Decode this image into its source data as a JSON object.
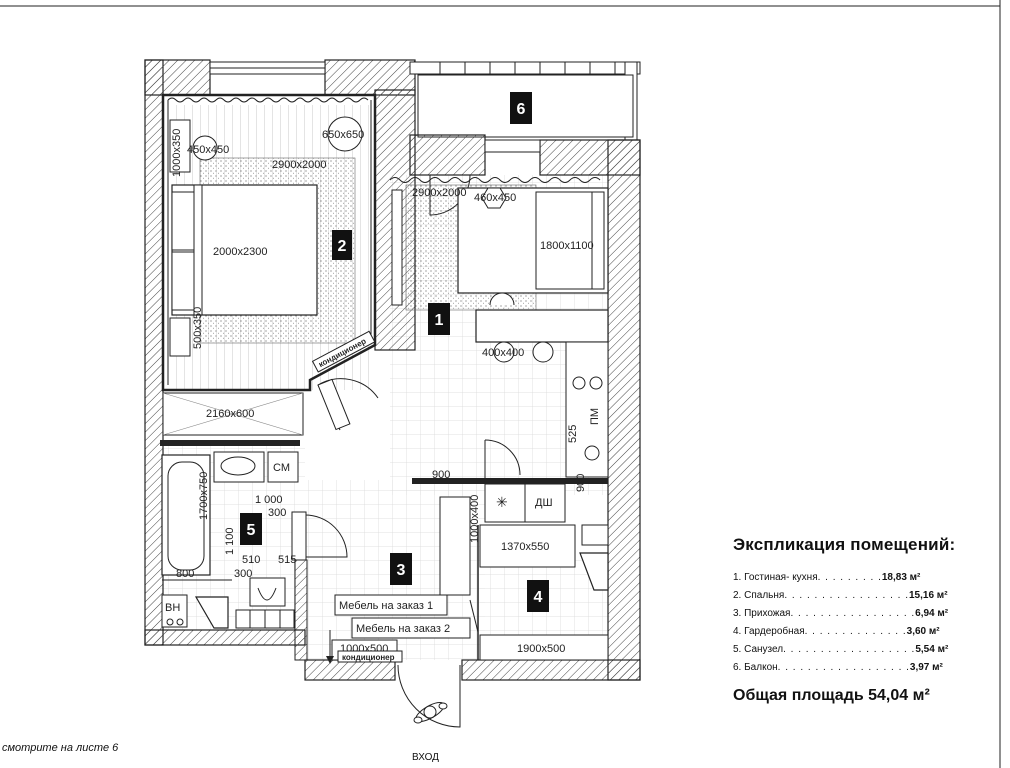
{
  "rooms": {
    "r1": "1",
    "r2": "2",
    "r3": "3",
    "r4": "4",
    "r5": "5",
    "r6": "6"
  },
  "dimensions": {
    "d_1000x350": "1000x350",
    "d_450x450": "450x450",
    "d_650x650": "650x650",
    "d_2900x2000_bed": "2900x2000",
    "d_2000x2300": "2000x2300",
    "d_500x350": "500x350",
    "d_2160x600": "2160x600",
    "d_2900x2000_liv": "2900x2000",
    "d_460x450": "460x450",
    "d_1800x1100": "1800x1100",
    "d_400x400": "400x400",
    "d_525": "525",
    "d_900_top": "900",
    "d_900_side": "900",
    "d_1000x400": "1000x400",
    "d_1370x550": "1370x550",
    "d_1900x500": "1900x500",
    "d_1000x500": "1000x500",
    "d_1700x750": "1700x750",
    "d_1000": "1 000",
    "d_300a": "300",
    "d_1100": "1 100",
    "d_510": "510",
    "d_515": "515",
    "d_300b": "300",
    "d_800": "800"
  },
  "appliances": {
    "cm": "СМ",
    "pm": "ПМ",
    "dsh": "ДШ",
    "vn": "ВН",
    "ac_bedroom": "кондиционер",
    "ac_hall": "кондиционер"
  },
  "furniture": {
    "custom1": "Мебель на заказ 1",
    "custom2": "Мебель на заказ 2"
  },
  "legend": {
    "title": "Экспликация помещений:",
    "rows": [
      {
        "name": "1. Гостиная- кухня",
        "dots": " . . . . . . . . .",
        "value": "18,83 м²"
      },
      {
        "name": "2. Спальня",
        "dots": ". . . . . . . . . . . . . . . . .",
        "value": "15,16 м²"
      },
      {
        "name": "3. Прихожая",
        "dots": ". . . . . . . . . . . . . . . . .",
        "value": "6,94 м²"
      },
      {
        "name": "4. Гардеробная",
        "dots": ". . . . . . . . . . . . . .",
        "value": "3,60 м²"
      },
      {
        "name": "5. Санузел",
        "dots": ". . . . . . . . . . . . . . . . . .",
        "value": "5,54 м²"
      },
      {
        "name": "6. Балкон",
        "dots": ". . . . . . . . . . . . . . . . . .",
        "value": "3,97 м²"
      }
    ],
    "total": "Общая площадь 54,04 м²"
  },
  "note": "смотрите на листе 6",
  "entrance": "ВХОД"
}
